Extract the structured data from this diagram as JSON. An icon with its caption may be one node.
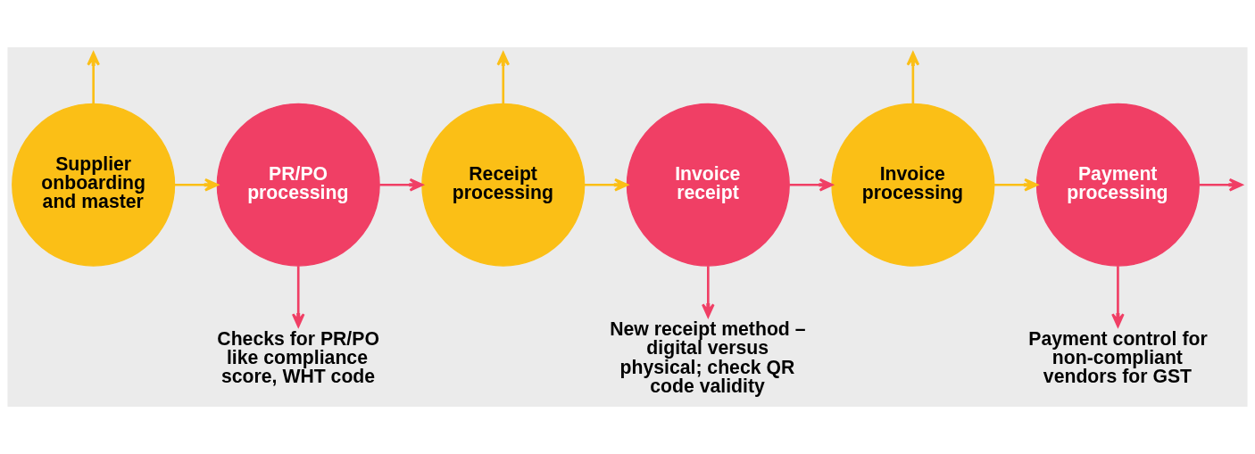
{
  "diagram": {
    "nodes": [
      {
        "text": [
          "Supplier onboarding and master"
        ]
      },
      {
        "text": [
          "PR/PO processing"
        ]
      },
      {
        "text": [
          "Receipt processing"
        ]
      },
      {
        "text": [
          "Invoice receipt"
        ]
      },
      {
        "text": [
          "Invoice processing"
        ]
      },
      {
        "text": [
          "Payment processing"
        ]
      },
      {
        "text": [
          "Checks for PR/PO like compliance score, WHT code"
        ]
      },
      {
        "text": [
          "New receipt method – digital versus physical; check QR code validity"
        ]
      },
      {
        "text": [
          "Payment control for non-compliant vendors for GST"
        ]
      }
    ],
    "edges": [
      {
        "from": 0,
        "to": 1,
        "arrow": "to",
        "color": "#fbbf16"
      },
      {
        "from": 1,
        "to": 2,
        "arrow": "to",
        "color": "#f03f65"
      },
      {
        "from": 2,
        "to": 3,
        "arrow": "to",
        "color": "#fbbf16"
      },
      {
        "from": 3,
        "to": 4,
        "arrow": "to",
        "color": "#f03f65"
      },
      {
        "from": 4,
        "to": 5,
        "arrow": "to",
        "color": "#fbbf16"
      },
      {
        "from": 5,
        "to": null,
        "arrow": "to",
        "color": "#f03f65"
      },
      {
        "from": 0,
        "to": null,
        "arrow": "to",
        "color": "#fbbf16"
      },
      {
        "from": 1,
        "to": 6,
        "arrow": "to",
        "color": "#f03f65"
      },
      {
        "from": 2,
        "to": null,
        "arrow": "to",
        "color": "#fbbf16"
      },
      {
        "from": 3,
        "to": 7,
        "arrow": "to",
        "color": "#f03f65"
      },
      {
        "from": 4,
        "to": null,
        "arrow": "to",
        "color": "#fbbf16"
      },
      {
        "from": 5,
        "to": 8,
        "arrow": "to",
        "color": "#f03f65"
      }
    ]
  }
}
